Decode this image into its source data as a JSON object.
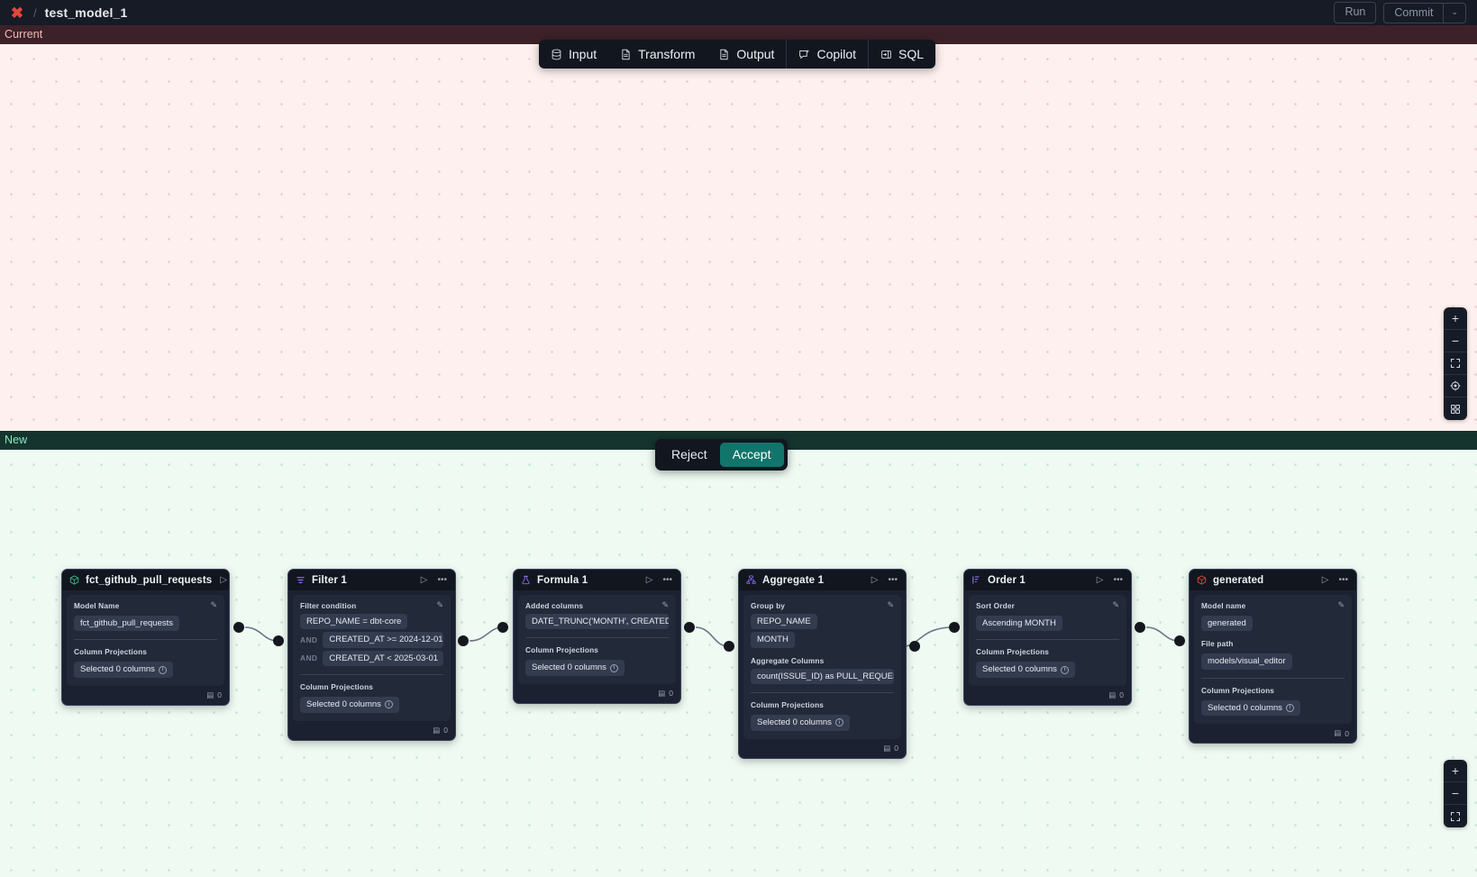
{
  "topbar": {
    "logo_icon": "xcode-x-logo-icon",
    "separator": "/",
    "title": "test_model_1",
    "run_label": "Run",
    "commit_label": "Commit",
    "commit_caret": "⌄"
  },
  "toolbar": {
    "items": [
      {
        "icon": "database-icon",
        "label": "Input"
      },
      {
        "icon": "document-icon",
        "label": "Transform"
      },
      {
        "icon": "document-icon",
        "label": "Output"
      },
      {
        "icon": "copilot-sparkle-icon",
        "label": "Copilot"
      },
      {
        "icon": "sql-panel-icon",
        "label": "SQL"
      }
    ]
  },
  "panes": {
    "current": {
      "label": "New",
      "label_text": "Current",
      "bg": "#fdf0ef",
      "banner_bg": "#3d2129",
      "banner_fg": "#f4b9bb"
    },
    "new": {
      "label_text": "New",
      "bg": "#eefaf2",
      "banner_bg": "#16342e",
      "banner_fg": "#86e8c0"
    }
  },
  "diff_actions": {
    "reject_label": "Reject",
    "accept_label": "Accept",
    "accept_color": "#12756b"
  },
  "zoom_controls_top": [
    {
      "icon": "plus-icon",
      "glyph": "+"
    },
    {
      "icon": "minus-icon",
      "glyph": "−"
    },
    {
      "icon": "fit-view-icon",
      "glyph": "⛶"
    },
    {
      "icon": "lock-target-icon",
      "glyph": "◍"
    },
    {
      "icon": "grid-icon",
      "glyph": "▦"
    }
  ],
  "zoom_controls_bottom": [
    {
      "icon": "plus-icon",
      "glyph": "+"
    },
    {
      "icon": "minus-icon",
      "glyph": "−"
    },
    {
      "icon": "fit-view-icon",
      "glyph": "⛶"
    }
  ],
  "nodes": [
    {
      "id": "source",
      "icon": "cube-green-icon",
      "title": "fct_github_pull_requests",
      "fields": [
        {
          "label": "Model Name",
          "chips": [
            "fct_github_pull_requests"
          ],
          "editable": true
        },
        {
          "label": "Column Projections",
          "chips": [
            "Selected 0 columns"
          ],
          "info": true
        }
      ],
      "row_count": "0"
    },
    {
      "id": "filter",
      "icon": "filter-purple-icon",
      "title": "Filter 1",
      "fields": [
        {
          "label": "Filter condition",
          "conditions": [
            {
              "prefix": "",
              "text": "REPO_NAME = dbt-core"
            },
            {
              "prefix": "AND",
              "text": "CREATED_AT >= 2024-12-01"
            },
            {
              "prefix": "AND",
              "text": "CREATED_AT < 2025-03-01"
            }
          ],
          "editable": true
        },
        {
          "label": "Column Projections",
          "chips": [
            "Selected 0 columns"
          ],
          "info": true
        }
      ],
      "row_count": "0"
    },
    {
      "id": "formula",
      "icon": "flask-purple-icon",
      "title": "Formula 1",
      "fields": [
        {
          "label": "Added columns",
          "chips": [
            "DATE_TRUNC('MONTH', CREATED_AT..."
          ],
          "editable": true
        },
        {
          "label": "Column Projections",
          "chips": [
            "Selected 0 columns"
          ],
          "info": true
        }
      ],
      "row_count": "0"
    },
    {
      "id": "aggregate",
      "icon": "aggregate-purple-icon",
      "title": "Aggregate 1",
      "fields": [
        {
          "label": "Group by",
          "chips": [
            "REPO_NAME",
            "MONTH"
          ],
          "stacked": true,
          "editable": true
        },
        {
          "label": "Aggregate Columns",
          "chips": [
            "count(ISSUE_ID) as PULL_REQUEST_..."
          ]
        },
        {
          "label": "Column Projections",
          "chips": [
            "Selected 0 columns"
          ],
          "info": true
        }
      ],
      "row_count": "0"
    },
    {
      "id": "order",
      "icon": "order-purple-icon",
      "title": "Order 1",
      "fields": [
        {
          "label": "Sort Order",
          "chips": [
            "Ascending MONTH"
          ],
          "editable": true
        },
        {
          "label": "Column Projections",
          "chips": [
            "Selected 0 columns"
          ],
          "info": true
        }
      ],
      "row_count": "0"
    },
    {
      "id": "generated",
      "icon": "cube-red-icon",
      "title": "generated",
      "fields": [
        {
          "label": "Model name",
          "chips": [
            "generated"
          ],
          "editable": true
        },
        {
          "label": "File path",
          "chips": [
            "models/visual_editor"
          ]
        },
        {
          "label": "Column Projections",
          "chips": [
            "Selected 0 columns"
          ],
          "info": true
        }
      ],
      "row_count": "0"
    }
  ]
}
